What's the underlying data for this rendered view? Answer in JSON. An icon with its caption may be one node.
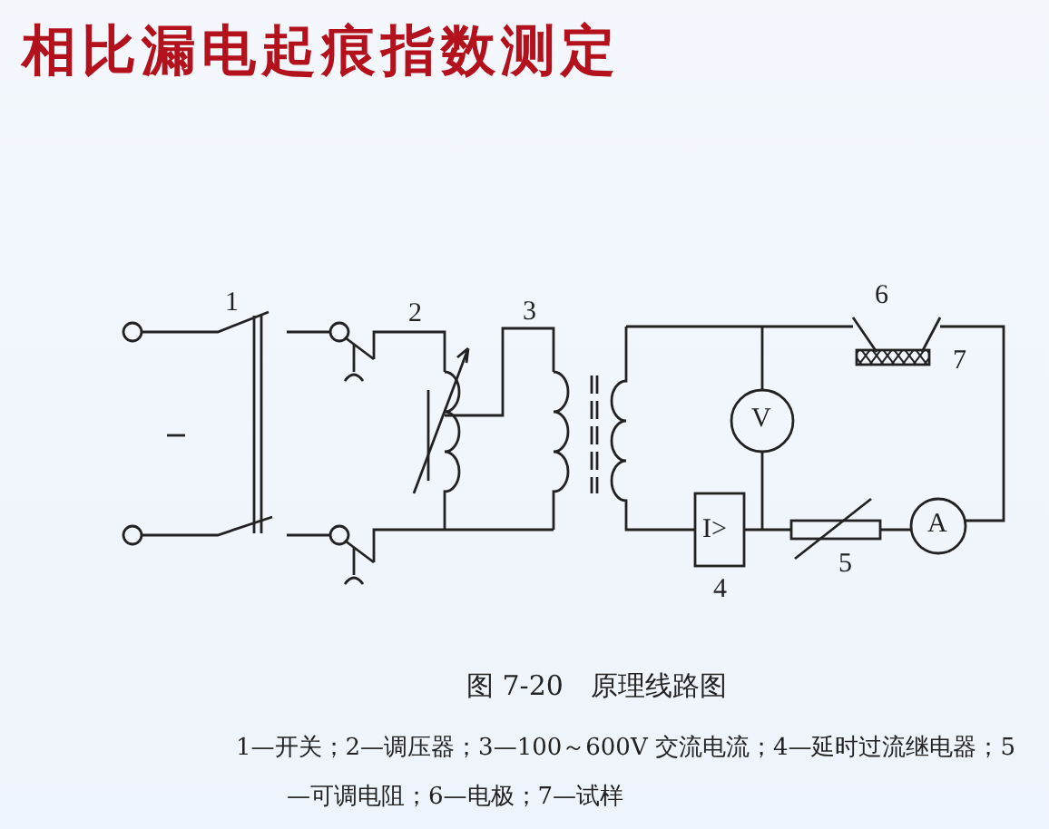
{
  "diagram": {
    "title": "相比漏电起痕指数测定",
    "caption": "图 7-20　原理线路图",
    "labels": [
      "1",
      "2",
      "3",
      "6",
      "7",
      "V",
      "A",
      "I>",
      "4",
      "5",
      "1—开关；2—调压器；3—100～600V 交流电流；4—延时过流继电器；5—可调电阻；6—电极；7—试样"
    ]
  }
}
